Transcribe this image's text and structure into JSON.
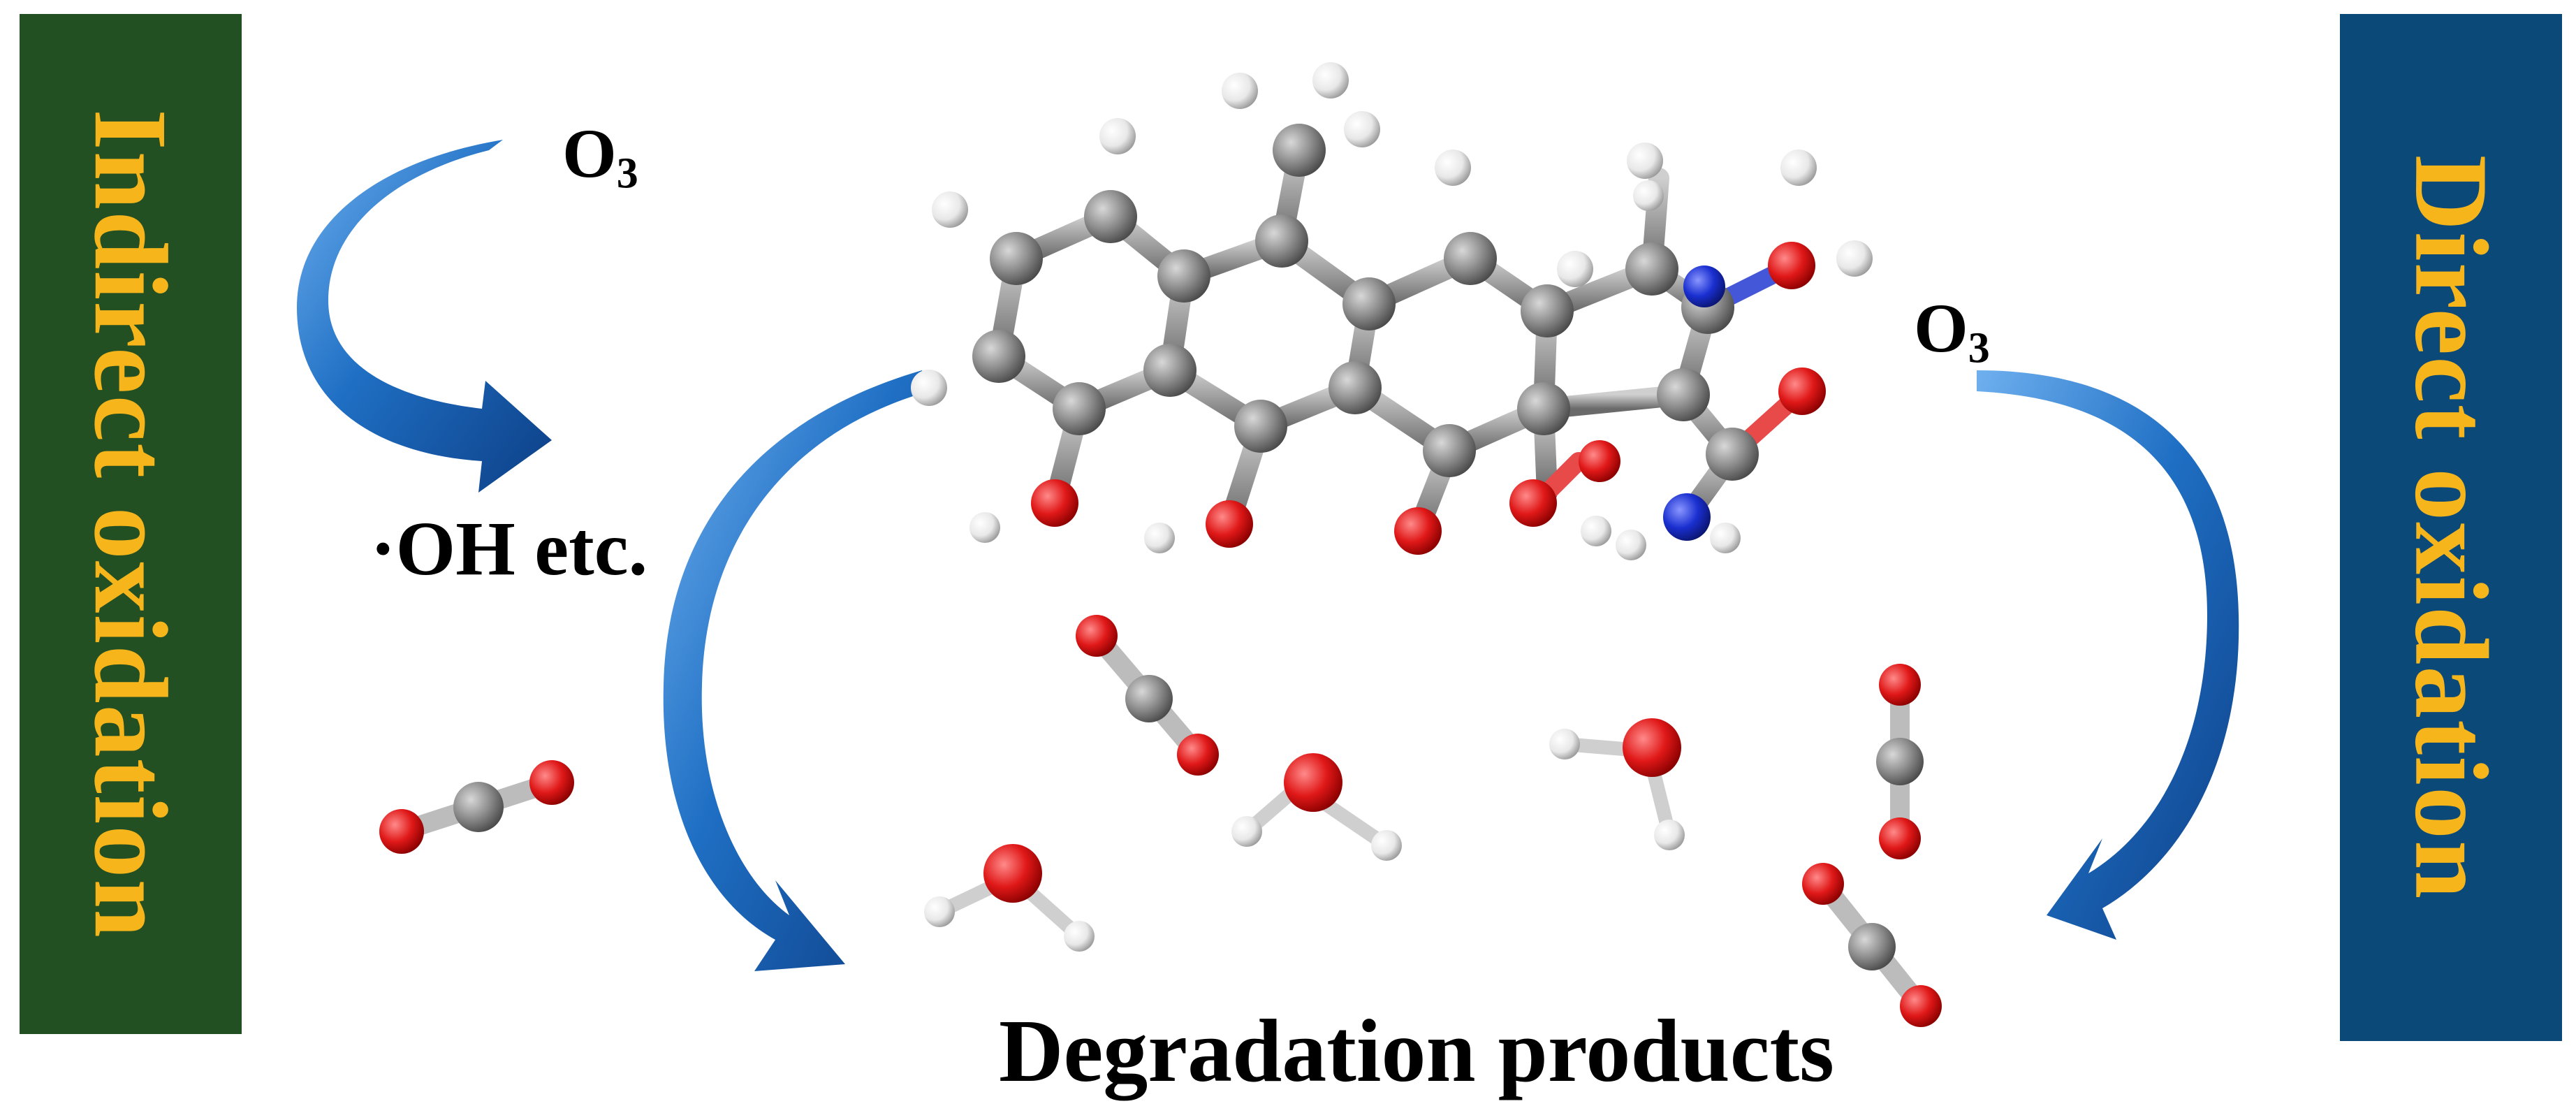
{
  "left_panel": {
    "text": "Indirect oxidation",
    "bg_color": "#225022",
    "text_color": "#f7b51c"
  },
  "right_panel": {
    "text": "Direct oxidation",
    "bg_color": "#0b4a78",
    "text_color": "#f7b51c"
  },
  "labels": {
    "ozone_left": {
      "base": "O",
      "sub": "3"
    },
    "ozone_right": {
      "base": "O",
      "sub": "3"
    },
    "radical": "·OH etc.",
    "products": "Degradation products"
  },
  "arrow_color": "#1f6fc4",
  "atom_colors": {
    "carbon": "#8c8c8c",
    "oxygen": "#e01818",
    "nitrogen": "#1a2fd0",
    "hydrogen": "#e8e8e8"
  }
}
